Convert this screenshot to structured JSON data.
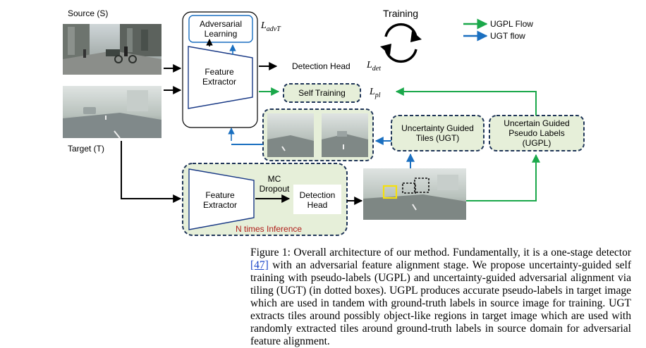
{
  "figure": {
    "source_label": "Source (S)",
    "target_label": "Target (T)",
    "adversarial_learning": "Adversarial\nLearning",
    "l_adv_base": "L",
    "l_adv_sub": "advT",
    "feature_extractor_top": "Feature\nExtractor",
    "detection_head_top": "Detection Head",
    "l_det_base": "L",
    "l_det_sub": "det",
    "self_training": "Self Training",
    "l_pl_base": "L",
    "l_pl_sub": "pl",
    "training_label": "Training",
    "legend": [
      {
        "label": "UGPL Flow",
        "color": "#1aa84a"
      },
      {
        "label": "UGT flow",
        "color": "#1a6fc0"
      }
    ],
    "ugt_box": "Uncertainty Guided\nTiles (UGT)",
    "ugpl_box": "Uncertain Guided\nPseudo Labels\n(UGPL)",
    "mc_dropout": "MC\nDropout",
    "feature_extractor_bottom": "Feature\nExtractor",
    "detection_head_bottom": "Detection\nHead",
    "n_times": "N times Inference",
    "colors": {
      "green_flow": "#1aa84a",
      "blue_flow": "#1a6fc0",
      "dashed_box_fill": "#e6efd9",
      "dashed_box_stroke": "#1f3558",
      "detection_box": "#f5e00c"
    }
  },
  "caption": {
    "part1": "Figure 1: Overall architecture of our method. Fundamentally, it is a one-stage detector ",
    "ref": "[47]",
    "part2": " with an adversarial feature alignment stage. We propose uncertainty-guided self training with pseudo-labels (UGPL) and uncertainty-guided adversarial alignment via tiling (UGT) (in dotted boxes). UGPL produces accurate pseudo-labels in target image which are used in tandem with ground-truth labels in source image for training. UGT extracts tiles around possibly object-like regions in target image which are used with randomly extracted tiles around ground-truth labels in source domain for adversarial feature alignment."
  }
}
